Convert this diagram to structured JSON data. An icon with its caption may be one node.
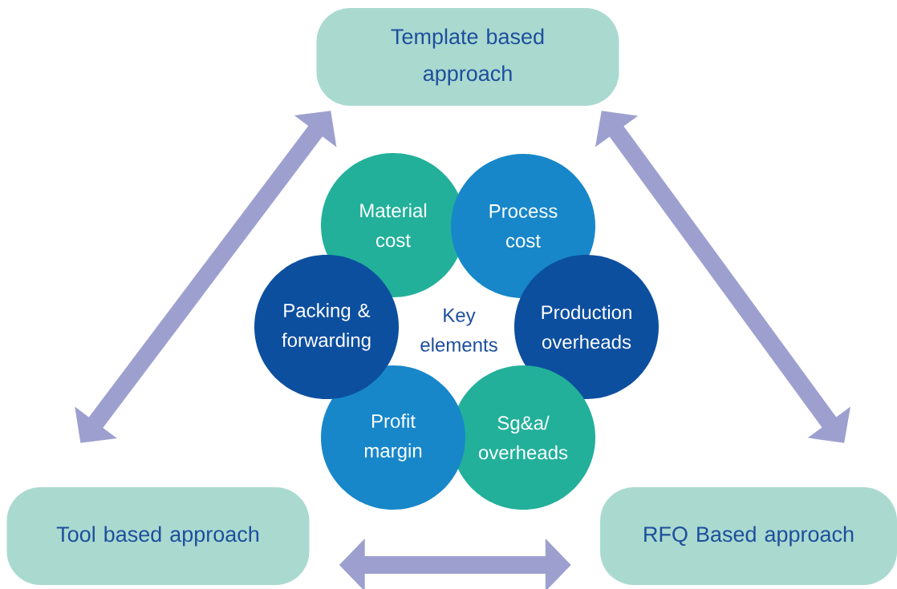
{
  "diagram": {
    "nodes": [
      {
        "text": [
          "Template based approach"
        ]
      },
      {
        "text": [
          "Tool based approach"
        ]
      },
      {
        "text": [
          "RFQ Based approach"
        ]
      },
      {
        "text": [
          "Material cost"
        ]
      },
      {
        "text": [
          "Process cost"
        ]
      },
      {
        "text": [
          "Production overheads"
        ]
      },
      {
        "text": [
          "Sg&a/ overheads"
        ]
      },
      {
        "text": [
          "Profit margin"
        ]
      },
      {
        "text": [
          "Packing & forwarding"
        ]
      }
    ],
    "edges": [
      {
        "from": 0,
        "to": 1,
        "arrow": "both"
      },
      {
        "from": 0,
        "to": 2,
        "arrow": "both"
      },
      {
        "from": 1,
        "to": 2,
        "arrow": "both"
      }
    ],
    "labels": [
      "Key elements"
    ]
  }
}
